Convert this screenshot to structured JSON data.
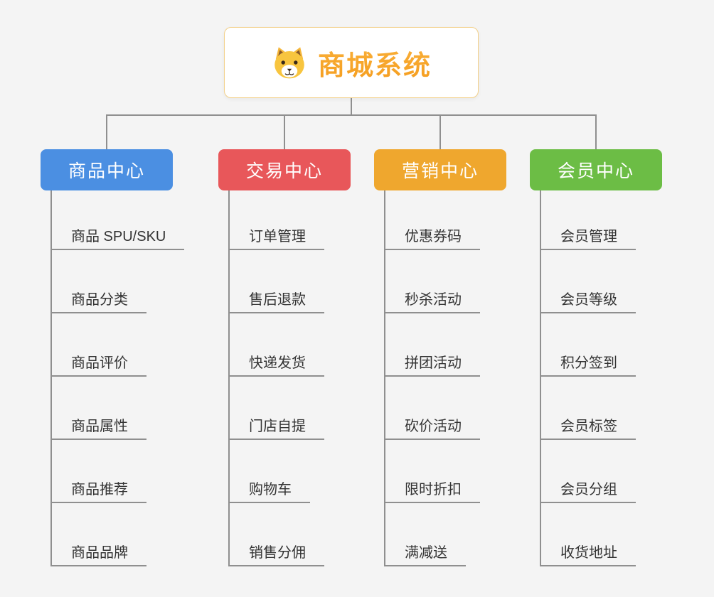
{
  "canvas": {
    "background": "#f4f4f4",
    "line_color": "#8f8f8f"
  },
  "root": {
    "label": "商城系统",
    "text_color": "#f9a12b",
    "border_color": "#f3d089",
    "icon": "dog-face-icon"
  },
  "branches": [
    {
      "id": "product-center",
      "label": "商品中心",
      "color": "#4b8fe2",
      "children": [
        "商品 SPU/SKU",
        "商品分类",
        "商品评价",
        "商品属性",
        "商品推荐",
        "商品品牌"
      ]
    },
    {
      "id": "trade-center",
      "label": "交易中心",
      "color": "#e8575a",
      "children": [
        "订单管理",
        "售后退款",
        "快递发货",
        "门店自提",
        "购物车",
        "销售分佣"
      ]
    },
    {
      "id": "marketing-center",
      "label": "营销中心",
      "color": "#efa72e",
      "children": [
        "优惠券码",
        "秒杀活动",
        "拼团活动",
        "砍价活动",
        "限时折扣",
        "满减送"
      ]
    },
    {
      "id": "member-center",
      "label": "会员中心",
      "color": "#6cbd45",
      "children": [
        "会员管理",
        "会员等级",
        "积分签到",
        "会员标签",
        "会员分组",
        "收货地址"
      ]
    }
  ]
}
